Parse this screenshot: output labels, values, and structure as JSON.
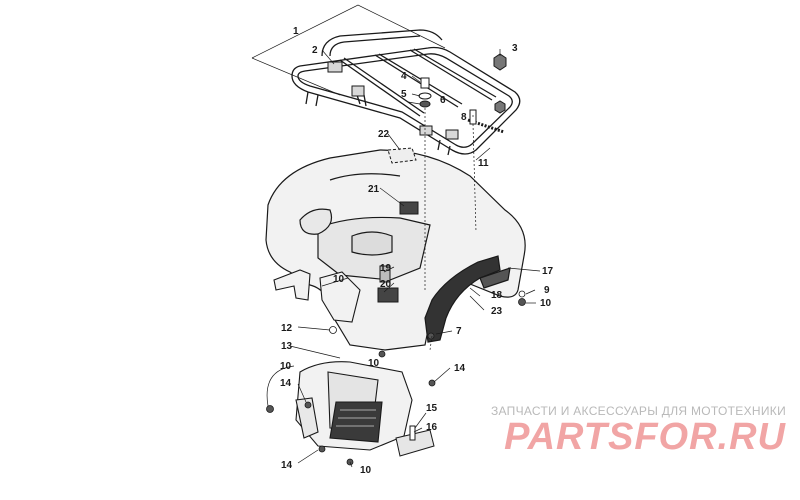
{
  "diagram": {
    "callouts": [
      {
        "id": "c1",
        "label": "1"
      },
      {
        "id": "c2",
        "label": "2"
      },
      {
        "id": "c3",
        "label": "3"
      },
      {
        "id": "c4",
        "label": "4"
      },
      {
        "id": "c5",
        "label": "5"
      },
      {
        "id": "c6",
        "label": "6"
      },
      {
        "id": "c7",
        "label": "7"
      },
      {
        "id": "c8",
        "label": "8"
      },
      {
        "id": "c9",
        "label": "9"
      },
      {
        "id": "c10a",
        "label": "10"
      },
      {
        "id": "c10b",
        "label": "10"
      },
      {
        "id": "c10c",
        "label": "10"
      },
      {
        "id": "c10d",
        "label": "10"
      },
      {
        "id": "c10e",
        "label": "10"
      },
      {
        "id": "c11",
        "label": "11"
      },
      {
        "id": "c12",
        "label": "12"
      },
      {
        "id": "c13",
        "label": "13"
      },
      {
        "id": "c14a",
        "label": "14"
      },
      {
        "id": "c14b",
        "label": "14"
      },
      {
        "id": "c14c",
        "label": "14"
      },
      {
        "id": "c15",
        "label": "15"
      },
      {
        "id": "c16",
        "label": "16"
      },
      {
        "id": "c17",
        "label": "17"
      },
      {
        "id": "c18",
        "label": "18"
      },
      {
        "id": "c19",
        "label": "19"
      },
      {
        "id": "c20",
        "label": "20"
      },
      {
        "id": "c21",
        "label": "21"
      },
      {
        "id": "c22",
        "label": "22"
      },
      {
        "id": "c23",
        "label": "23"
      }
    ]
  },
  "watermark": {
    "tagline": "ЗАПЧАСТИ И АКСЕССУАРЫ ДЛЯ МОТОТЕХНИКИ",
    "logo": "PARTSFOR.RU"
  },
  "colors": {
    "line": "#1a1a1a",
    "body_fill": "#f2f2f2",
    "dark_fill": "#333333",
    "watermark_text": "#b9b9b9",
    "watermark_logo": "#f1a5a5"
  }
}
